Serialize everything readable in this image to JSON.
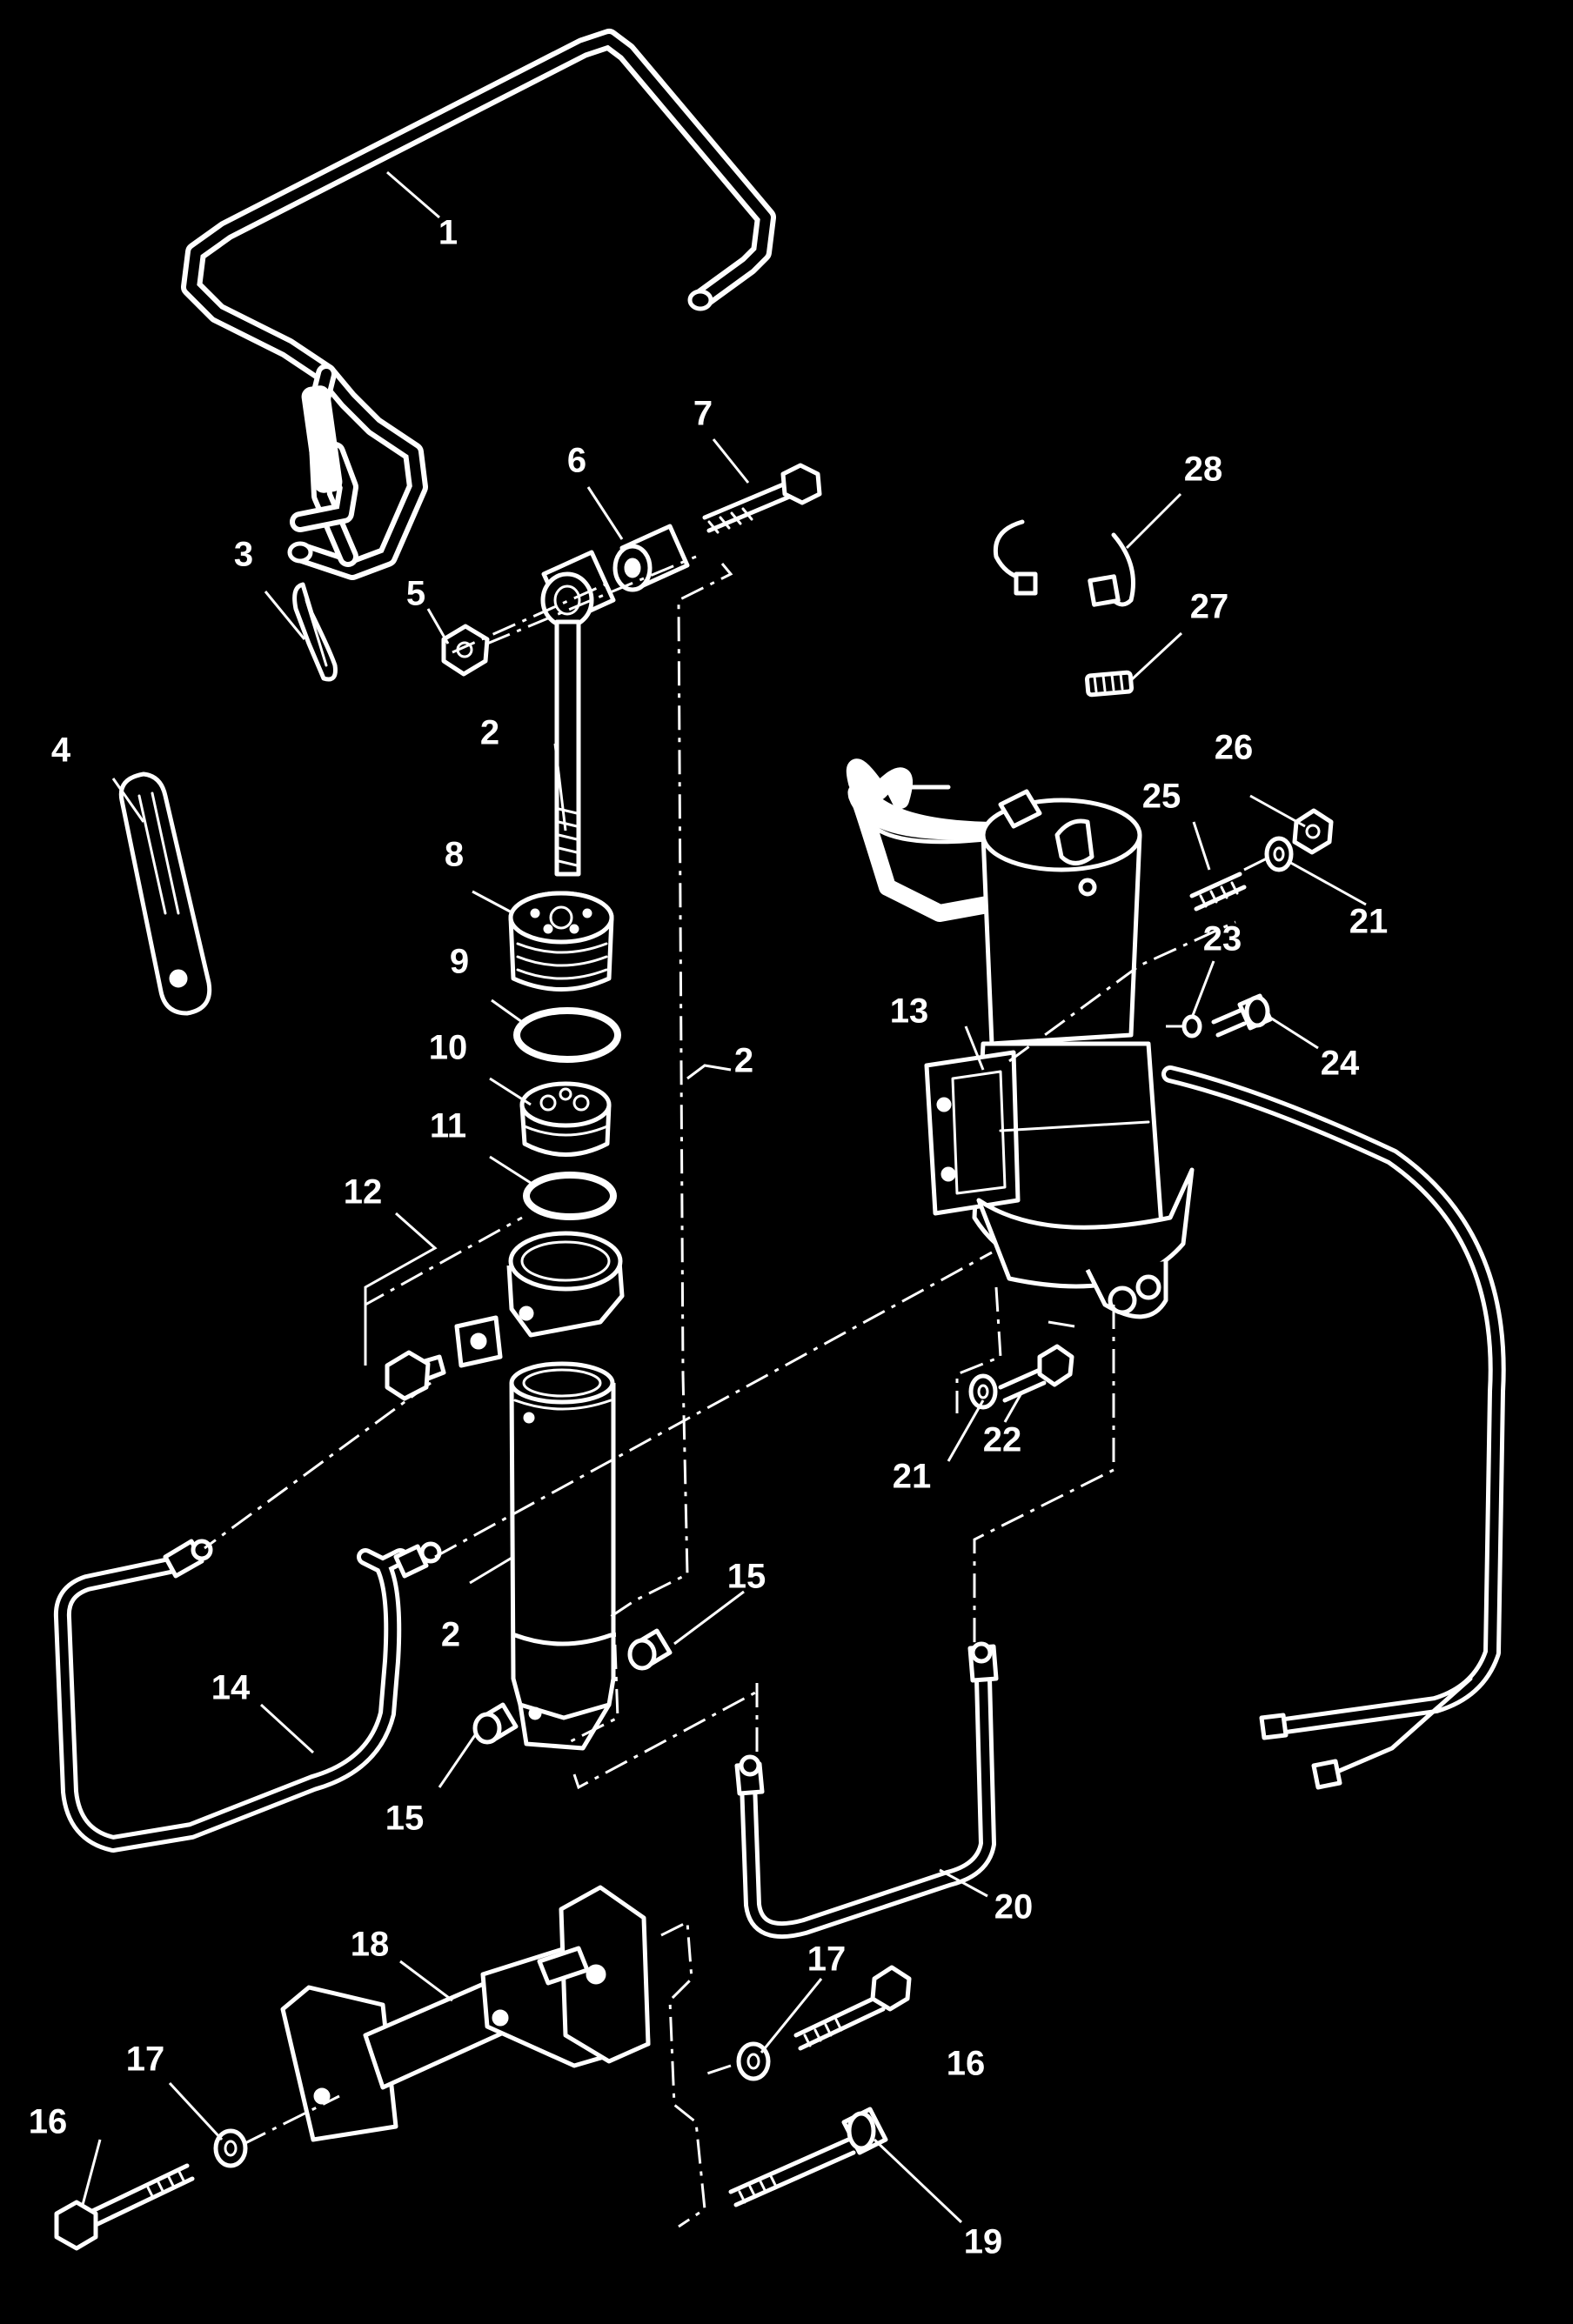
{
  "diagram": {
    "callouts": [
      {
        "id": "c1",
        "text": "1"
      },
      {
        "id": "c2a",
        "text": "2"
      },
      {
        "id": "c2b",
        "text": "2"
      },
      {
        "id": "c2c",
        "text": "2"
      },
      {
        "id": "c3",
        "text": "3"
      },
      {
        "id": "c4",
        "text": "4"
      },
      {
        "id": "c5",
        "text": "5"
      },
      {
        "id": "c6",
        "text": "6"
      },
      {
        "id": "c7",
        "text": "7"
      },
      {
        "id": "c8",
        "text": "8"
      },
      {
        "id": "c9",
        "text": "9"
      },
      {
        "id": "c10",
        "text": "10"
      },
      {
        "id": "c11",
        "text": "11"
      },
      {
        "id": "c12",
        "text": "12"
      },
      {
        "id": "c13",
        "text": "13"
      },
      {
        "id": "c14",
        "text": "14"
      },
      {
        "id": "c15a",
        "text": "15"
      },
      {
        "id": "c15b",
        "text": "15"
      },
      {
        "id": "c16a",
        "text": "16"
      },
      {
        "id": "c16b",
        "text": "16"
      },
      {
        "id": "c17a",
        "text": "17"
      },
      {
        "id": "c17b",
        "text": "17"
      },
      {
        "id": "c18",
        "text": "18"
      },
      {
        "id": "c19",
        "text": "19"
      },
      {
        "id": "c20",
        "text": "20"
      },
      {
        "id": "c21a",
        "text": "21"
      },
      {
        "id": "c21b",
        "text": "21"
      },
      {
        "id": "c22",
        "text": "22"
      },
      {
        "id": "c23",
        "text": "23"
      },
      {
        "id": "c24",
        "text": "24"
      },
      {
        "id": "c25",
        "text": "25"
      },
      {
        "id": "c26",
        "text": "26"
      },
      {
        "id": "c27",
        "text": "27"
      },
      {
        "id": "c28",
        "text": "28"
      }
    ]
  }
}
